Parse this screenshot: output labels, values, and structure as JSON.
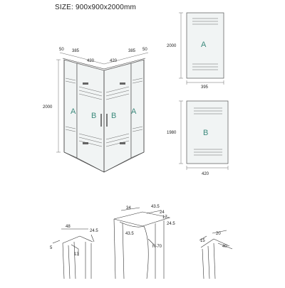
{
  "title": "SIZE: 900x900x2000mm",
  "main": {
    "dims": {
      "left_50": "50",
      "left_385": "385",
      "mid_420a": "420",
      "mid_420b": "420",
      "right_385": "385",
      "right_50": "50",
      "height": "2000"
    },
    "labels": {
      "a": "A",
      "b1": "B",
      "b2": "B",
      "a2": "A"
    }
  },
  "panel_a": {
    "label": "A",
    "height": "2000",
    "width": "395"
  },
  "panel_b": {
    "label": "B",
    "height": "1980",
    "width": "420"
  },
  "detail_left": {
    "d48": "48",
    "d245": "24.5",
    "d13": "13",
    "d5": "5"
  },
  "detail_mid": {
    "d34": "34",
    "d435a": "43.5",
    "d24": "24",
    "d17": "17",
    "d245": "24.5",
    "d435b": "43.5",
    "r70": "R-70"
  },
  "detail_right": {
    "d20": "20",
    "d15": "15",
    "d40": "40"
  },
  "colors": {
    "label": "#3d8a7d",
    "line": "#333333",
    "glass": "#f1f4f4"
  }
}
